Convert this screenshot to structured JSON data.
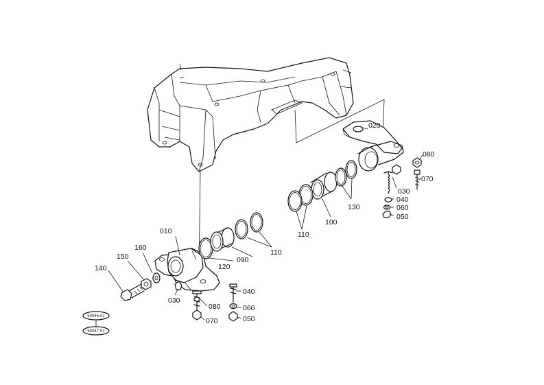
{
  "diagram": {
    "part_labels": {
      "p010": "010",
      "p020": "020",
      "p030_left": "030",
      "p030_right": "030",
      "p040_left": "040",
      "p040_right": "040",
      "p050_left": "050",
      "p050_right": "050",
      "p060_left": "060",
      "p060_right": "060",
      "p070_left": "070",
      "p070_right": "070",
      "p080_left": "080",
      "p080_right": "080",
      "p090": "090",
      "p100": "100",
      "p110_left": "110",
      "p110_right": "110",
      "p120": "120",
      "p130": "130",
      "p140": "140",
      "p150": "150",
      "p160": "160"
    },
    "reference_codes": {
      "ref_top": "50046-01",
      "ref_bottom": "53047-01"
    }
  }
}
